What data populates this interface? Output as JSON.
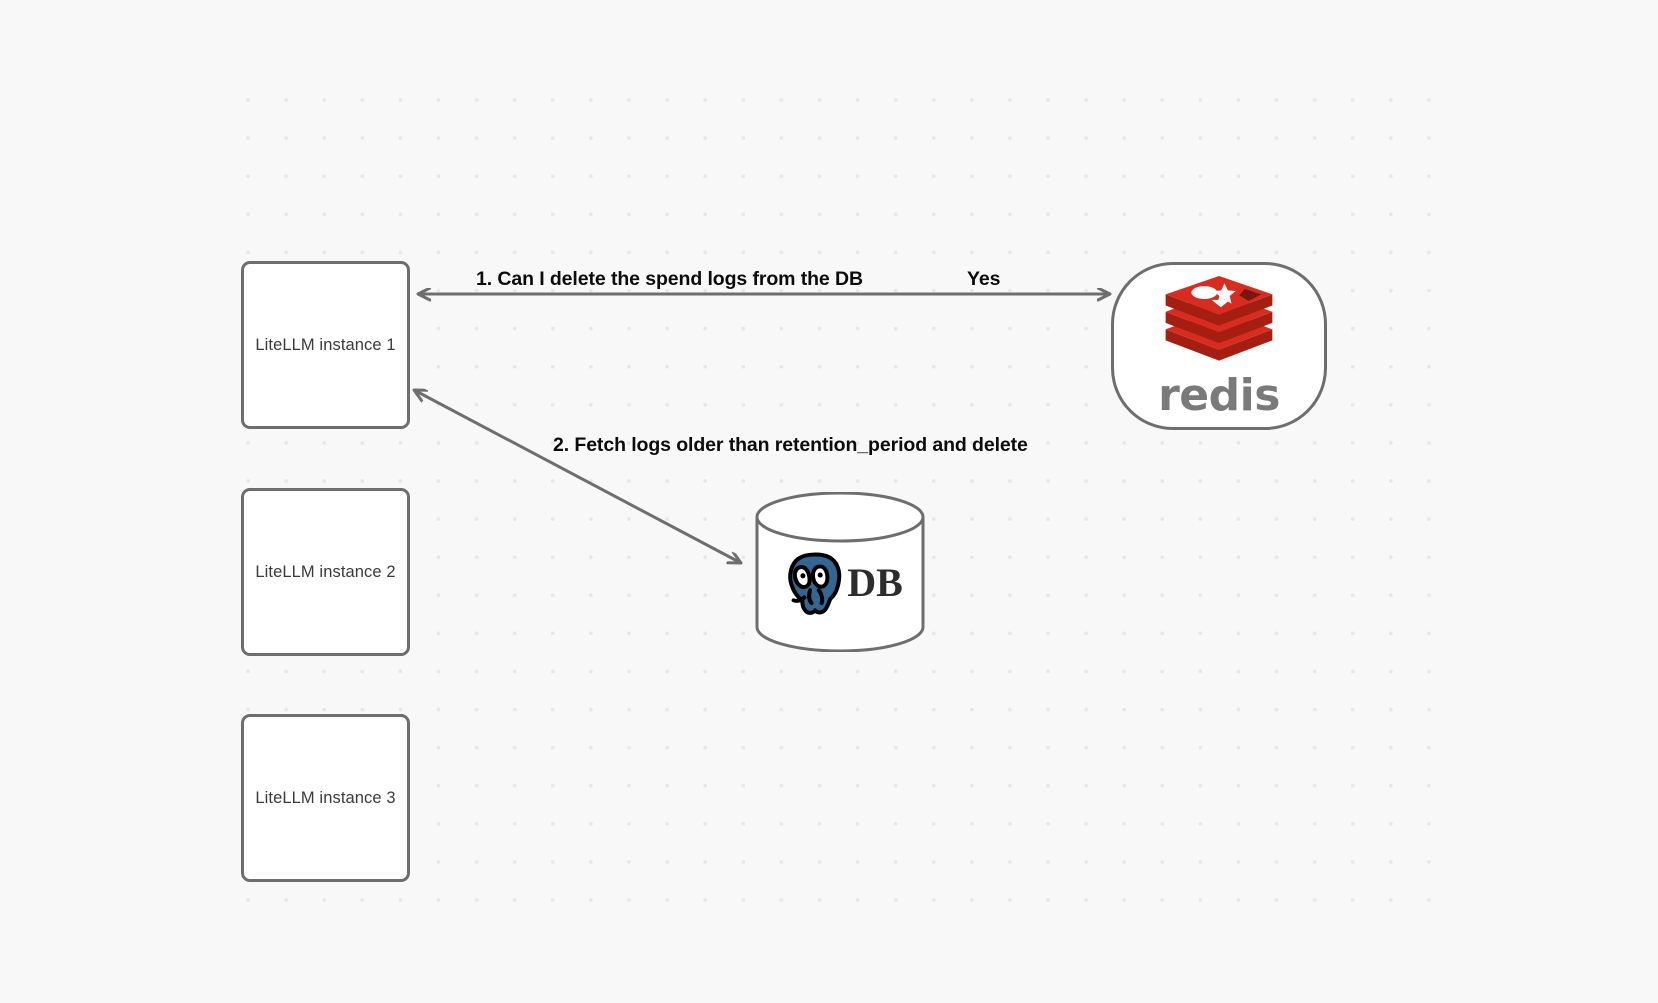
{
  "diagram": {
    "type": "flow-diagram",
    "background_color": "#f8f8f8",
    "grid_dot_color": "#e7e7e8",
    "node_border_color": "#6e6e6e",
    "edge_color": "#6e6e6e",
    "nodes": [
      {
        "id": "llm-1",
        "label": "LiteLLM instance 1",
        "shape": "rounded-rect"
      },
      {
        "id": "llm-2",
        "label": "LiteLLM instance 2",
        "shape": "rounded-rect"
      },
      {
        "id": "llm-3",
        "label": "LiteLLM instance 3",
        "shape": "rounded-rect"
      },
      {
        "id": "redis",
        "label": "redis",
        "shape": "stadium",
        "logo": "redis-logo",
        "brand_color": "#d62f22"
      },
      {
        "id": "db",
        "label": "DB",
        "shape": "cylinder",
        "logo": "postgresql-elephant-icon",
        "brand_color": "#336791"
      }
    ],
    "edges": [
      {
        "id": "edge-1",
        "from": "llm-1",
        "to": "redis",
        "label": "1.  Can I delete the spend logs from the DB",
        "reply_label": "Yes",
        "arrows": "both"
      },
      {
        "id": "edge-2",
        "from": "llm-1",
        "to": "db",
        "label": "2.  Fetch logs older than retention_period and delete",
        "arrows": "both"
      }
    ]
  }
}
